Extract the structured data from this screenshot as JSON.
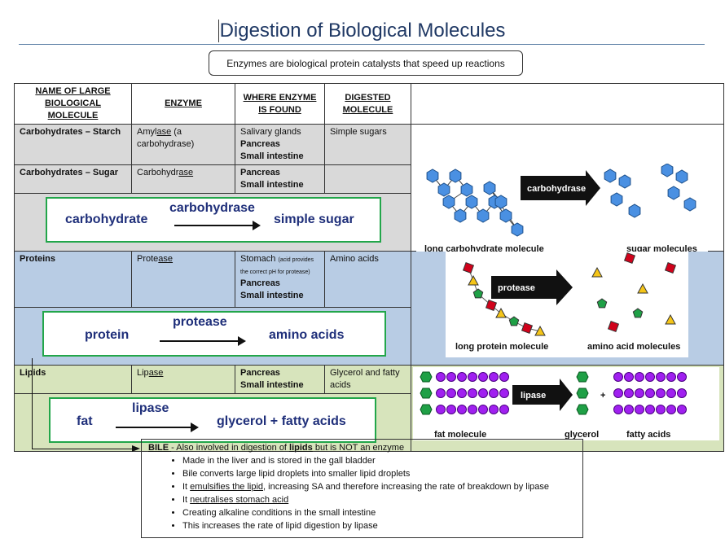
{
  "title": "Digestion of Biological Molecules",
  "definition": "Enzymes are biological protein catalysts that speed up reactions",
  "table": {
    "headers": [
      "NAME OF LARGE BIOLOGICAL MOLECULE",
      "ENZYME",
      "WHERE ENZYME IS FOUND",
      "DIGESTED MOLECULE"
    ],
    "starch": {
      "name": "Carbohydrates – Starch",
      "enzyme_a": "Amyl",
      "enzyme_b": "ase",
      "enzyme_c": " (a carbohydrase)",
      "where_1": "Salivary glands",
      "where_2": "Pancreas",
      "where_3": "Small intestine",
      "digested": "Simple sugars"
    },
    "sugar": {
      "name": "Carbohydrates – Sugar",
      "enzyme_a": "Carbohydr",
      "enzyme_b": "ase",
      "where_1": "Pancreas",
      "where_2": "Small intestine",
      "digested": ""
    },
    "protein": {
      "name": "Proteins",
      "enzyme_a": "Prote",
      "enzyme_b": "ase",
      "where_1": "Stomach",
      "where_note": "(acid provides the correct pH for protease)",
      "where_2": "Pancreas",
      "where_3": "Small intestine",
      "digested": "Amino acids"
    },
    "lipid": {
      "name": "Lipids",
      "enzyme_a": "Lip",
      "enzyme_b": "ase",
      "where_1": "Pancreas",
      "where_2": "Small intestine",
      "digested": "Glycerol and fatty acids"
    }
  },
  "equations": {
    "carb": {
      "left": "carbohydrate",
      "enzyme": "carbohydrase",
      "right": "simple sugar"
    },
    "protein": {
      "left": "protein",
      "enzyme": "protease",
      "right": "amino acids"
    },
    "lipid": {
      "left": "fat",
      "enzyme": "lipase",
      "right": "glycerol + fatty acids"
    }
  },
  "diagrams": {
    "carb": {
      "arrow": "carbohydrase",
      "left": "long carbohydrate molecule",
      "right": "sugar molecules"
    },
    "protein": {
      "arrow": "protease",
      "left": "long protein molecule",
      "right": "amino acid molecules"
    },
    "lipid": {
      "arrow": "lipase",
      "left": "fat molecule",
      "mid": "glycerol",
      "right": "fatty acids",
      "plus": "+"
    }
  },
  "bile": {
    "heading": "BILE ",
    "intro_a": "- Also involved in digestion of ",
    "intro_b": "lipids",
    "intro_c": " but is NOT an enzyme",
    "b1": "Made in the liver and is stored in the gall bladder",
    "b2": "Bile converts large lipid droplets into smaller lipid droplets",
    "b3_a": "It ",
    "b3_b": "emulsifies the lipid",
    "b3_c": ", increasing SA and therefore increasing the rate of breakdown by lipase",
    "b4_a": "It ",
    "b4_b": "neutralises stomach acid",
    "b5": "Creating alkaline conditions in the small intestine",
    "b6": "This increases the rate of lipid digestion by lipase"
  },
  "colors": {
    "carb_bg": "#d9d9d9",
    "protein_bg": "#b8cce4",
    "lipid_bg": "#d7e4bc",
    "frame_green": "#22a64a",
    "hexagon_blue": "#4a90e2",
    "amino_red": "#d0021b",
    "amino_yellow": "#f5c518",
    "amino_green": "#1fa046",
    "fatty_purple": "#a020f0"
  }
}
